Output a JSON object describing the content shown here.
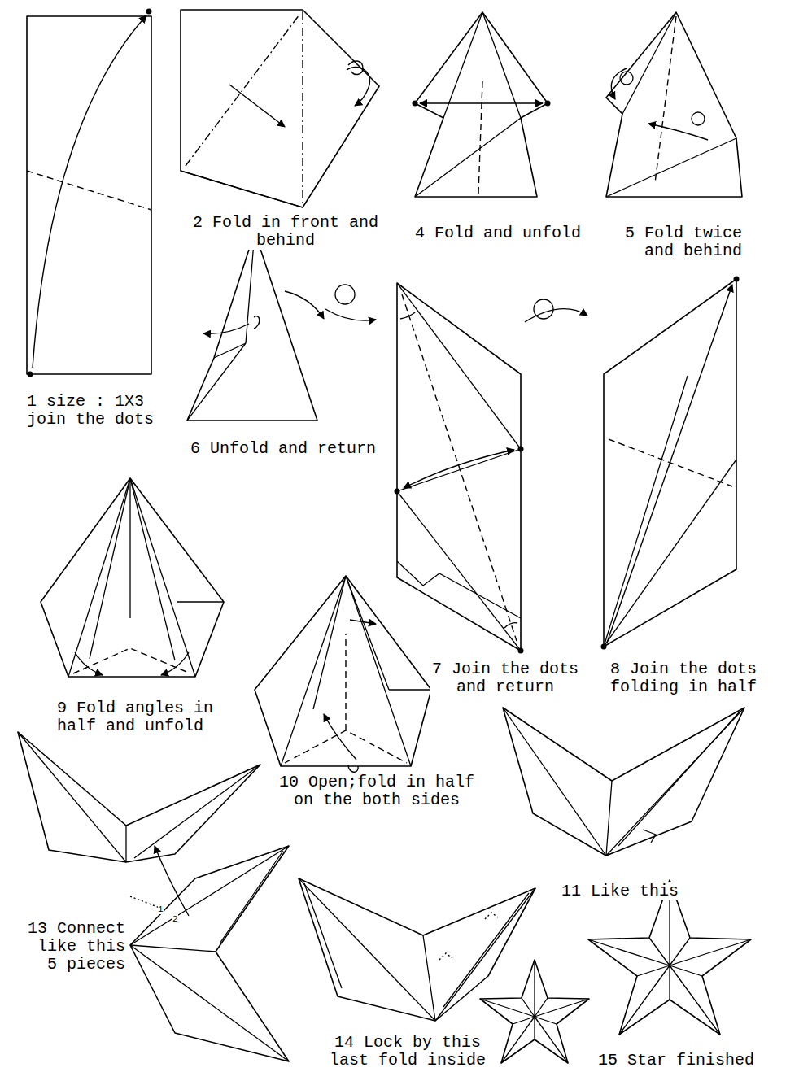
{
  "diagram": {
    "labels": [
      "1 size : 1X3 join the dots",
      "2 Fold in front and behind",
      "4 Fold and unfold",
      "5 Fold twice and behind",
      "6 Unfold and return",
      "7 Join the dots and return",
      "8 Join the dots folding in half",
      "9 Fold angles in half and unfold",
      "10 Open;fold in half on the both sides",
      "11 Like this",
      "13 Connect like this 5 pieces",
      "14 Lock by this last fold inside",
      "15 Star finished",
      "1",
      "2"
    ]
  }
}
